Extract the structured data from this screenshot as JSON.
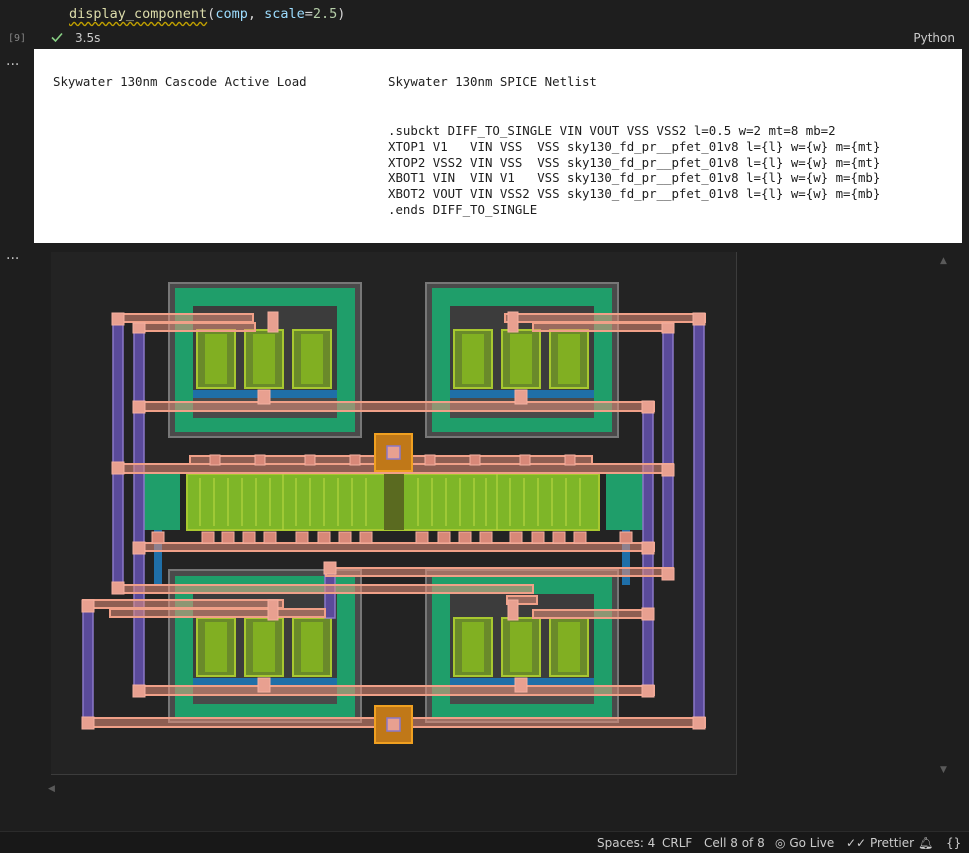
{
  "cell": {
    "exec_count": "[9]",
    "code": {
      "fn": "display_component",
      "open": "(",
      "arg1": "comp",
      "sep": ", ",
      "arg2": "scale",
      "eq": "=",
      "val": "2.5",
      "close": ")"
    },
    "status_time": "3.5s",
    "language": "Python"
  },
  "output_text": {
    "left_title": "Skywater 130nm Cascode Active Load",
    "right_title": "Skywater 130nm SPICE Netlist",
    "netlist": ".subckt DIFF_TO_SINGLE VIN VOUT VSS VSS2 l=0.5 w=2 mt=8 mb=2\nXTOP1 V1   VIN VSS  VSS sky130_fd_pr__pfet_01v8 l={l} w={w} m={mt}\nXTOP2 VSS2 VIN VSS  VSS sky130_fd_pr__pfet_01v8 l={l} w={w} m={mt}\nXBOT1 VIN  VIN V1   VSS sky130_fd_pr__pfet_01v8 l={l} w={w} m={mb}\nXBOT2 VOUT VIN VSS2 VSS sky130_fd_pr__pfet_01v8 l={l} w={w} m={mb}\n.ends DIFF_TO_SINGLE"
  },
  "statusbar": {
    "spaces": "Spaces: 4",
    "eol": "CRLF",
    "cell": "Cell 8 of 8",
    "golive": "Go Live",
    "prettier": "Prettier"
  },
  "colors": {
    "background": "#1e1e1e",
    "metal_outline": "#f08a70",
    "metal_fill": "#e8907a",
    "diffusion": "#1f9e6a",
    "poly": "#8cc020",
    "nwell": "#5a5a5a",
    "via": "#7060a8",
    "pad": "#f0a020"
  },
  "icons": {
    "check": "check-icon",
    "more": "ellipsis-icon",
    "golive": "broadcast-icon",
    "prettier": "double-check-icon",
    "bell": "bell-icon",
    "braces": "braces-icon"
  }
}
